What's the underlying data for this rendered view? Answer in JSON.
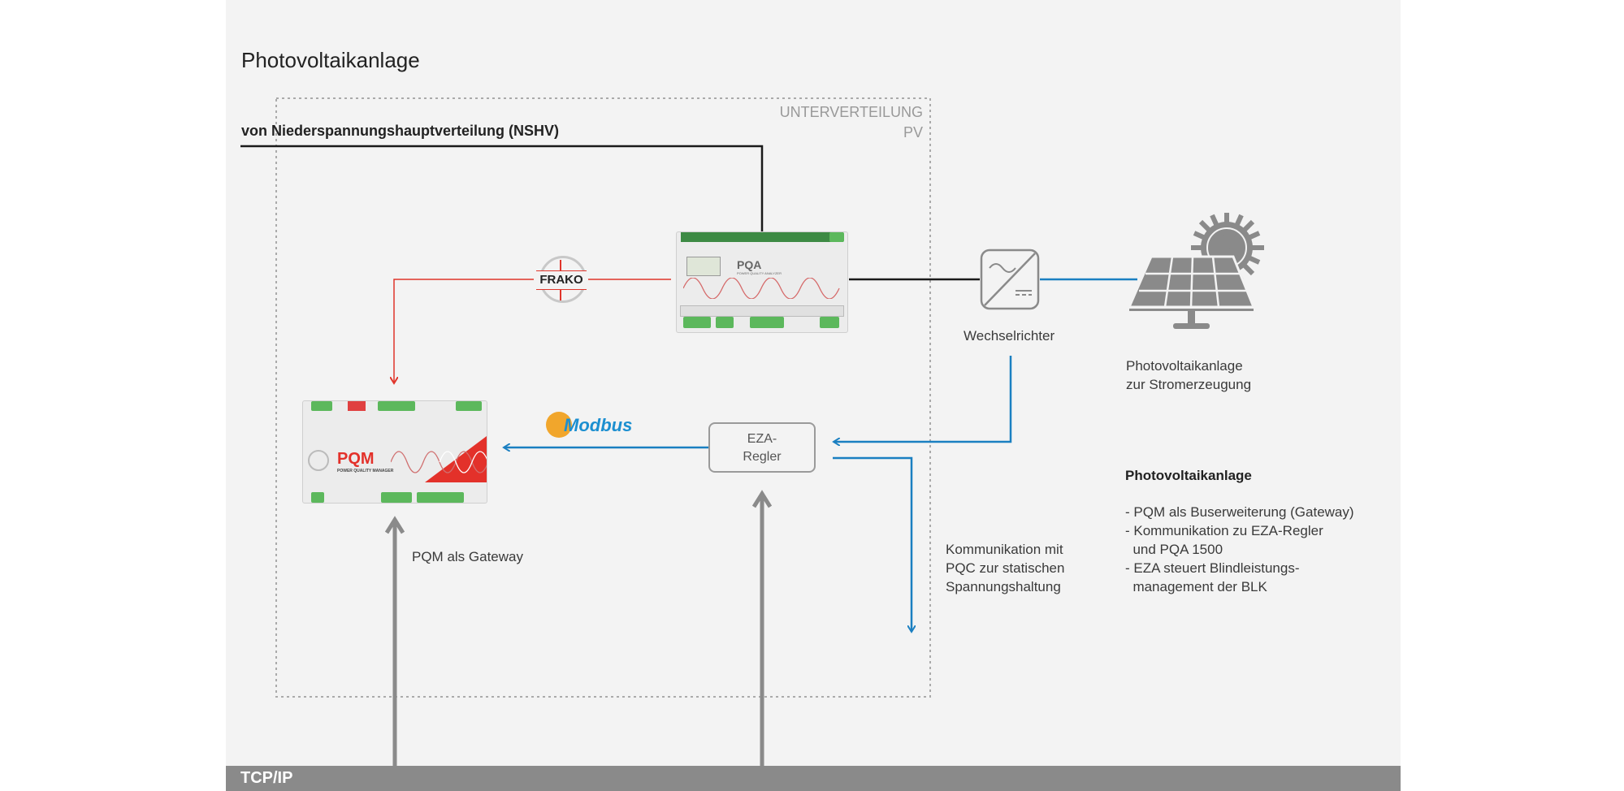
{
  "title": "Photovoltaikanlage",
  "subdistribution_label": [
    "UNTERVERTEILUNG",
    "PV"
  ],
  "feed_label": "von Niederspannungshauptverteilung (NSHV)",
  "inverter_label": "Wechselrichter",
  "pv_label": [
    "Photovoltaikanlage",
    "zur Stromerzeugung"
  ],
  "eza_label": [
    "EZA-",
    "Regler"
  ],
  "gateway_label": "PQM als Gateway",
  "communication_label": [
    "Kommunikation mit",
    "PQC zur statischen",
    "Spannungshaltung"
  ],
  "info": {
    "heading": "Photovoltaikanlage",
    "items": [
      "- PQM als Buserweiterung (Gateway)",
      "- Kommunikation zu EZA-Regler",
      "  und PQA 1500",
      "- EZA steuert Blindleistungs-",
      "  management der BLK"
    ]
  },
  "bus_label": "TCP/IP",
  "devices": {
    "pqa": {
      "name": "PQA",
      "subtitle": "POWER QUALITY ANALYZER"
    },
    "pqm": {
      "name": "PQM",
      "subtitle": "POWER QUALITY MANAGER"
    },
    "frako_logo": "FRAKO",
    "modbus_logo": "Modbus"
  },
  "colors": {
    "red_line": "#e0352b",
    "blue_line": "#1a7fc1",
    "black_line": "#1a1a1a",
    "gray_arrow": "#8a8a8a",
    "panel_bg": "#f3f3f3"
  }
}
